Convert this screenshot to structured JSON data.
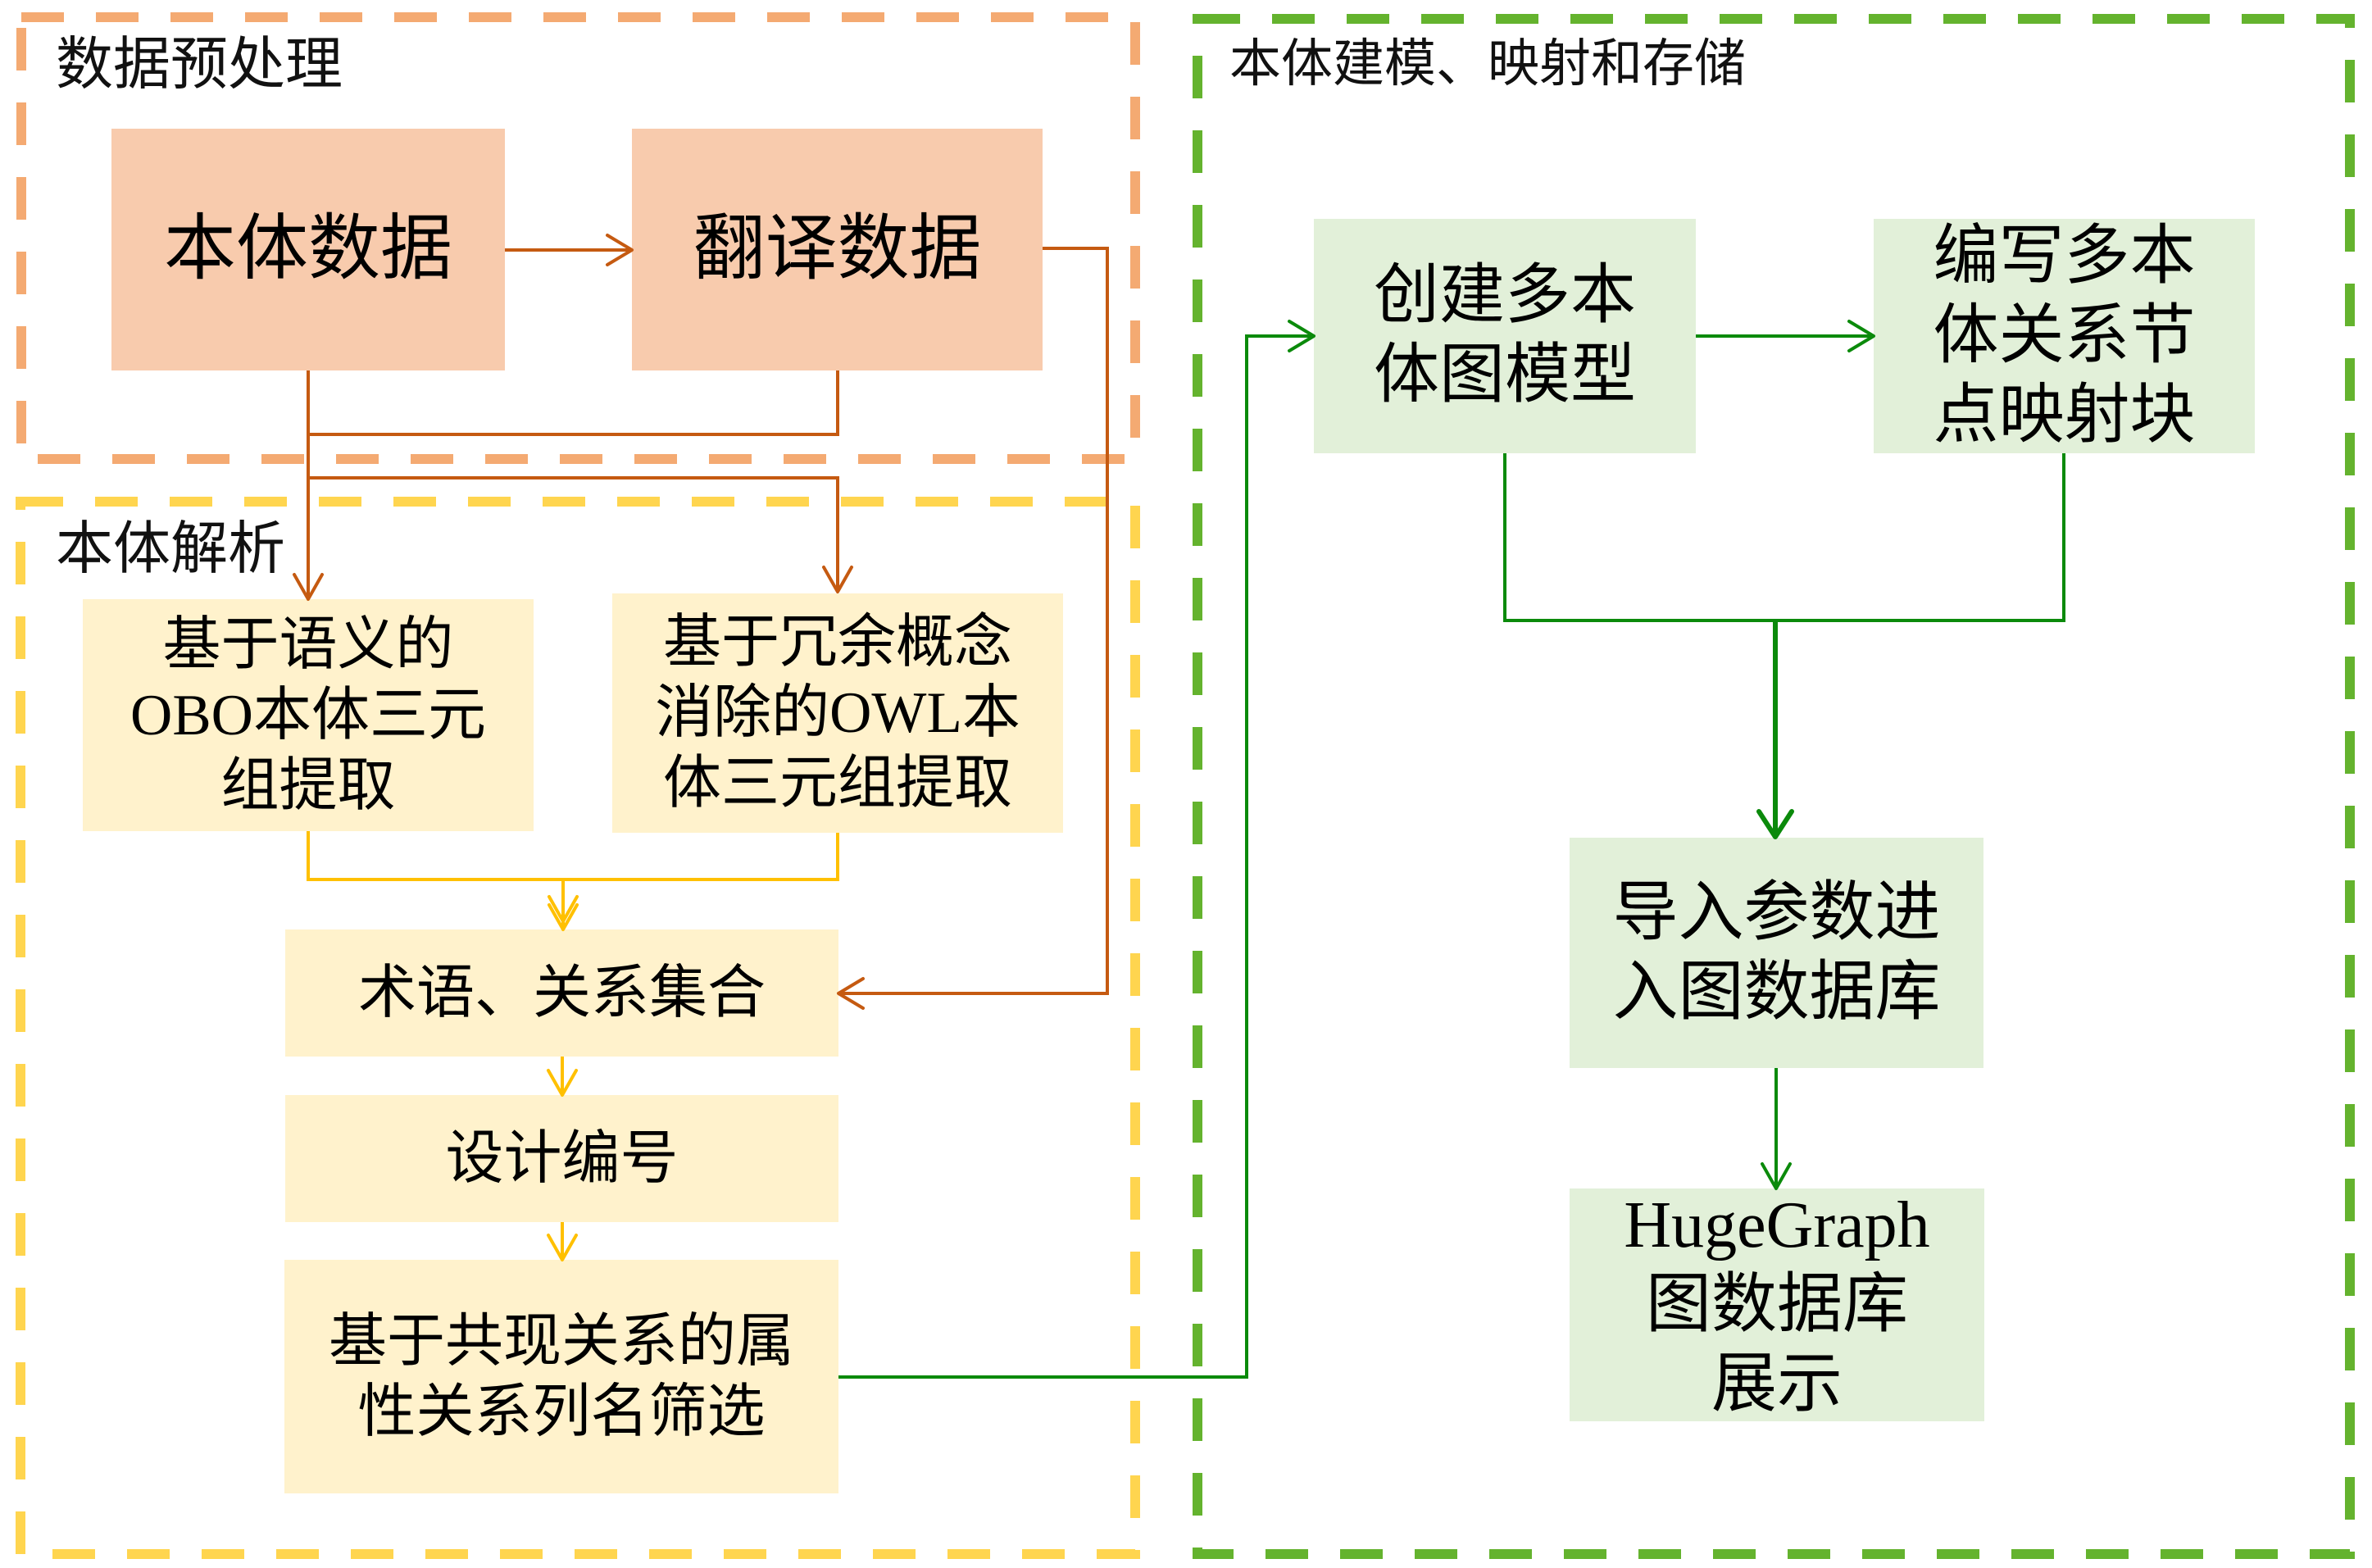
{
  "sections": {
    "preprocessing": {
      "title": "数据预处理"
    },
    "parsing": {
      "title": "本体解析"
    },
    "modeling": {
      "title": "本体建模、映射和存储"
    }
  },
  "boxes": {
    "ontology_data": {
      "lines": [
        "本体数据"
      ]
    },
    "translate_data": {
      "lines": [
        "翻译数据"
      ]
    },
    "obo_extract": {
      "lines": [
        "基于语义的",
        "OBO本体三元",
        "组提取"
      ]
    },
    "owl_extract": {
      "lines": [
        "基于冗余概念",
        "消除的OWL本",
        "体三元组提取"
      ]
    },
    "term_relation_set": {
      "lines": [
        "术语、关系集合"
      ]
    },
    "design_numbering": {
      "lines": [
        "设计编号"
      ]
    },
    "cooccurrence_filter": {
      "lines": [
        "基于共现关系的属",
        "性关系列名筛选"
      ]
    },
    "create_graph_model": {
      "lines": [
        "创建多本",
        "体图模型"
      ]
    },
    "write_mapping": {
      "lines": [
        "编写多本",
        "体关系节",
        "点映射块"
      ]
    },
    "import_params": {
      "lines": [
        "导入参数进",
        "入图数据库"
      ]
    },
    "hugegraph_display": {
      "lines": [
        "HugeGraph",
        "图数据库",
        "展示"
      ]
    }
  },
  "edges": [
    {
      "from": [
        "ontology_data"
      ],
      "to": [
        "translate_data"
      ]
    },
    {
      "from": [
        "translate_data"
      ],
      "to": [
        "term_relation_set"
      ]
    },
    {
      "from": [
        "ontology_data",
        "translate_data"
      ],
      "to": [
        "obo_extract",
        "owl_extract"
      ]
    },
    {
      "from": [
        "obo_extract",
        "owl_extract"
      ],
      "to": [
        "term_relation_set"
      ]
    },
    {
      "from": [
        "term_relation_set"
      ],
      "to": [
        "design_numbering"
      ]
    },
    {
      "from": [
        "design_numbering"
      ],
      "to": [
        "cooccurrence_filter"
      ]
    },
    {
      "from": [
        "cooccurrence_filter"
      ],
      "to": [
        "create_graph_model"
      ]
    },
    {
      "from": [
        "create_graph_model"
      ],
      "to": [
        "write_mapping"
      ]
    },
    {
      "from": [
        "create_graph_model",
        "write_mapping"
      ],
      "to": [
        "import_params"
      ]
    },
    {
      "from": [
        "import_params"
      ],
      "to": [
        "hugegraph_display"
      ]
    }
  ],
  "colors": {
    "orange-frame": "#F4AA72",
    "orange-fill": "#F8CBAD",
    "orange-line": "#C55A11",
    "yellow-frame": "#FFD54F",
    "yellow-fill": "#FFF2CC",
    "yellow-line": "#FFC000",
    "green-frame": "#64B32E",
    "green-fill": "#E2F0D9",
    "green-line": "#0B8A0B"
  }
}
